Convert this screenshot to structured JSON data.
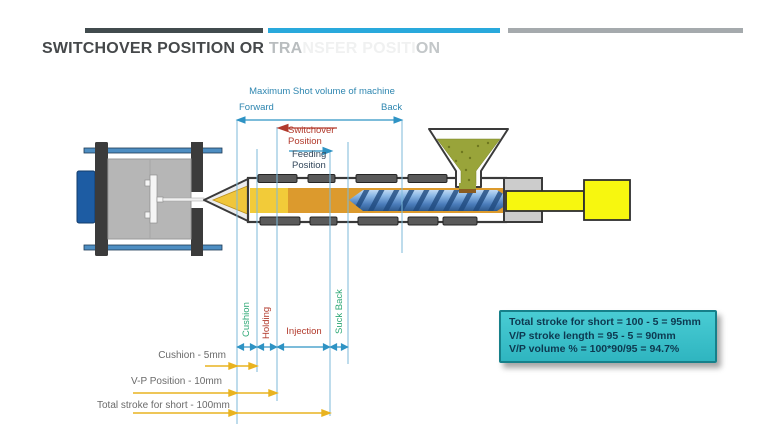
{
  "title": {
    "part1": "SWITCHOVER POSITION OR ",
    "part2": "TRA",
    "part3": "NSFER POSITI",
    "part4": "ON"
  },
  "colors": {
    "top_bar_dark": "#414b4e",
    "top_bar_blue": "#29a9dc",
    "top_bar_gray": "#a5aaad",
    "annotation_blue": "#2e93c4",
    "annotation_red": "#b23a2c",
    "annotation_green": "#2ea876",
    "dimension_yellow": "#e9b320",
    "info_box_bg": "#3ec6cf",
    "info_box_border": "#16808a"
  },
  "diagram": {
    "max_shot_label": "Maximum Shot volume of machine",
    "forward_label": "Forward",
    "back_label": "Back",
    "switchover_line1": "Switchover",
    "switchover_line2": "Position",
    "feeding_line1": "Feeding",
    "feeding_line2": "Position",
    "phase_labels": {
      "cushion": "Cushion",
      "holding": "Holding",
      "injection": "Injection",
      "suck_back": "Suck Back"
    },
    "dimension_rows": [
      {
        "label": "Cushion - 5mm"
      },
      {
        "label": "V-P Position - 10mm"
      },
      {
        "label": "Total stroke for short - 100mm"
      }
    ]
  },
  "info_box": {
    "lines": [
      "Total stroke for short = 100 - 5 = 95mm",
      "V/P stroke length = 95 - 5 = 90mm",
      "V/P volume % = 100*90/95 = 94.7%"
    ]
  }
}
